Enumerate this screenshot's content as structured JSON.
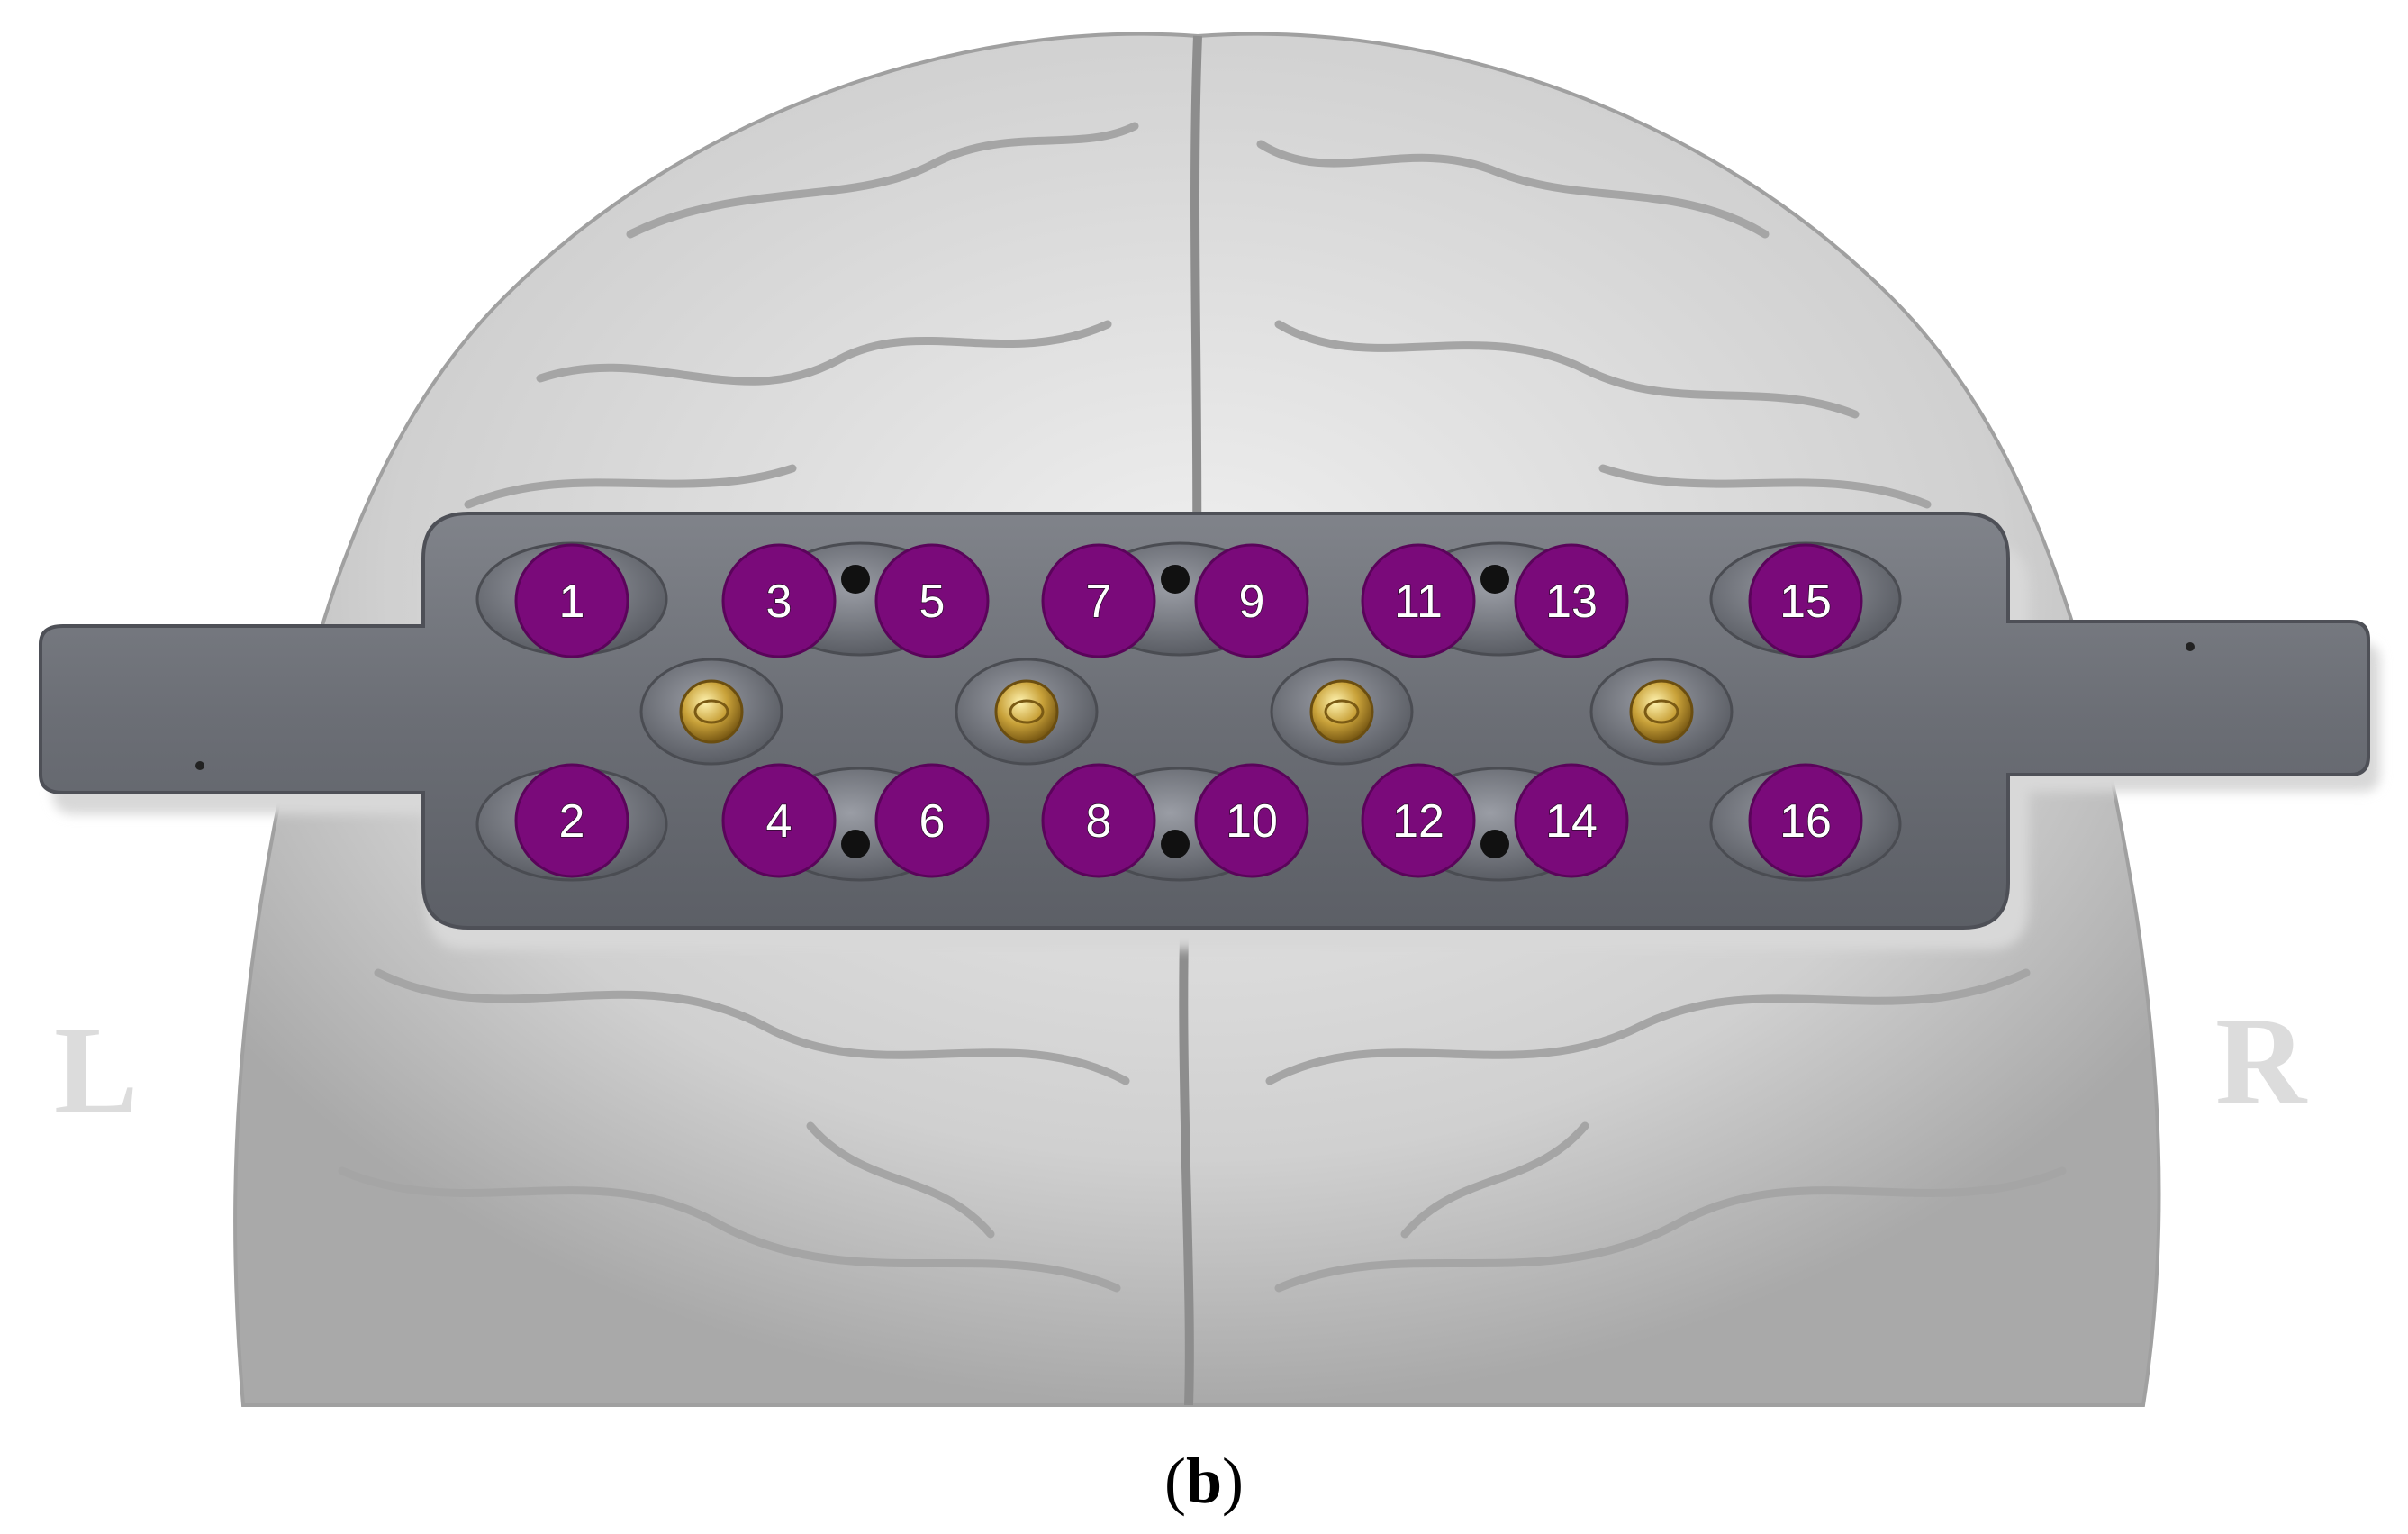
{
  "figure": {
    "caption_open": "(",
    "caption_letter": "b",
    "caption_close": ")",
    "side_left": "L",
    "side_right": "R"
  },
  "channels": [
    {
      "label": "1",
      "row": "top",
      "group": 0,
      "pos": "left"
    },
    {
      "label": "2",
      "row": "bottom",
      "group": 0,
      "pos": "left"
    },
    {
      "label": "3",
      "row": "top",
      "group": 1,
      "pos": "left"
    },
    {
      "label": "4",
      "row": "bottom",
      "group": 1,
      "pos": "left"
    },
    {
      "label": "5",
      "row": "top",
      "group": 1,
      "pos": "right"
    },
    {
      "label": "6",
      "row": "bottom",
      "group": 1,
      "pos": "right"
    },
    {
      "label": "7",
      "row": "top",
      "group": 2,
      "pos": "left"
    },
    {
      "label": "8",
      "row": "bottom",
      "group": 2,
      "pos": "left"
    },
    {
      "label": "9",
      "row": "top",
      "group": 2,
      "pos": "right"
    },
    {
      "label": "10",
      "row": "bottom",
      "group": 2,
      "pos": "right"
    },
    {
      "label": "11",
      "row": "top",
      "group": 3,
      "pos": "left"
    },
    {
      "label": "12",
      "row": "bottom",
      "group": 3,
      "pos": "left"
    },
    {
      "label": "13",
      "row": "top",
      "group": 3,
      "pos": "right"
    },
    {
      "label": "14",
      "row": "bottom",
      "group": 3,
      "pos": "right"
    },
    {
      "label": "15",
      "row": "top",
      "group": 4,
      "pos": "left"
    },
    {
      "label": "16",
      "row": "bottom",
      "group": 4,
      "pos": "left"
    }
  ],
  "colors": {
    "channel_marker": "#7a0a7a",
    "headband": "#6e7178",
    "brain": "#d2d2d2",
    "source_gold": "#c9a23a"
  },
  "sources_count_shown": 4
}
